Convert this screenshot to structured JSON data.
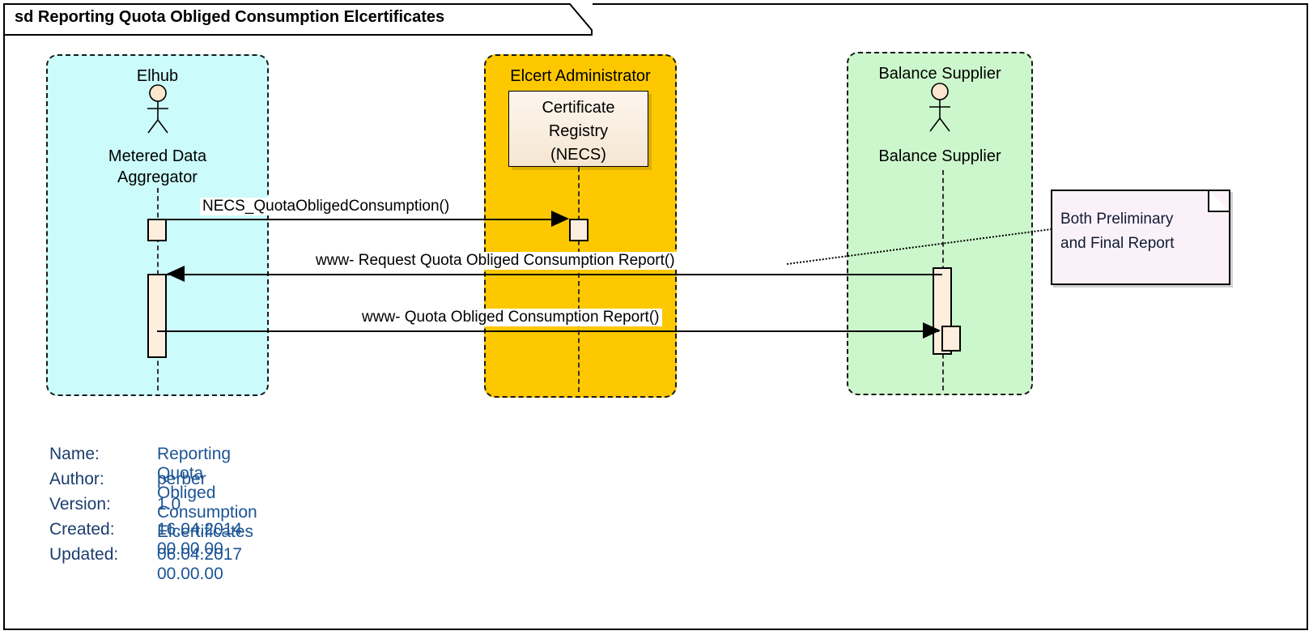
{
  "diagram": {
    "type": "uml-sequence-diagram",
    "frame_label": "sd Reporting Quota Obliged Consumption Elcertificates"
  },
  "partitions": [
    {
      "id": "elhub",
      "title": "Elhub",
      "role": "Metered Data\nAggregator",
      "color": "#cbfbfb",
      "actor": "actor-stick-figure"
    },
    {
      "id": "elcert-administrator",
      "title": "Elcert Administrator",
      "role": "Certificate\nRegistry\n(NECS)",
      "color": "#fdc800",
      "actor": "object-box"
    },
    {
      "id": "balance-supplier",
      "title": "Balance Supplier",
      "role": "Balance Supplier",
      "color": "#ccf7cc",
      "actor": "actor-stick-figure"
    }
  ],
  "messages": [
    {
      "id": "m1",
      "label": "NECS_QuotaObligedConsumption()",
      "from": "elhub",
      "to": "elcert-administrator",
      "direction": "right"
    },
    {
      "id": "m2",
      "label": "www- Request Quota Obliged Consumption Report()",
      "from": "balance-supplier",
      "to": "elhub",
      "direction": "left"
    },
    {
      "id": "m3",
      "label": "www- Quota Obliged Consumption Report()",
      "from": "elhub",
      "to": "balance-supplier",
      "direction": "right"
    }
  ],
  "note": {
    "text": "Both Preliminary\nand Final Report",
    "anchored_to": "m2"
  },
  "metadata": {
    "rows": [
      {
        "key": "Name:",
        "value": "Reporting Quota Obliged Consumption Elcertificates"
      },
      {
        "key": "Author:",
        "value": "perber"
      },
      {
        "key": "Version:",
        "value": "1.0"
      },
      {
        "key": "Created:",
        "value": "16.04.2014 00.00.00"
      },
      {
        "key": "Updated:",
        "value": "06.04.2017 00.00.00"
      }
    ]
  },
  "colors": {
    "elhub_fill": "#cbfbfb",
    "elcert_fill": "#fdc800",
    "balance_fill": "#ccf7cc",
    "activation_fill": "#fdeedd",
    "note_fill": "#faf2f8",
    "meta_text": "#1c5494",
    "frame_border": "#000000"
  }
}
